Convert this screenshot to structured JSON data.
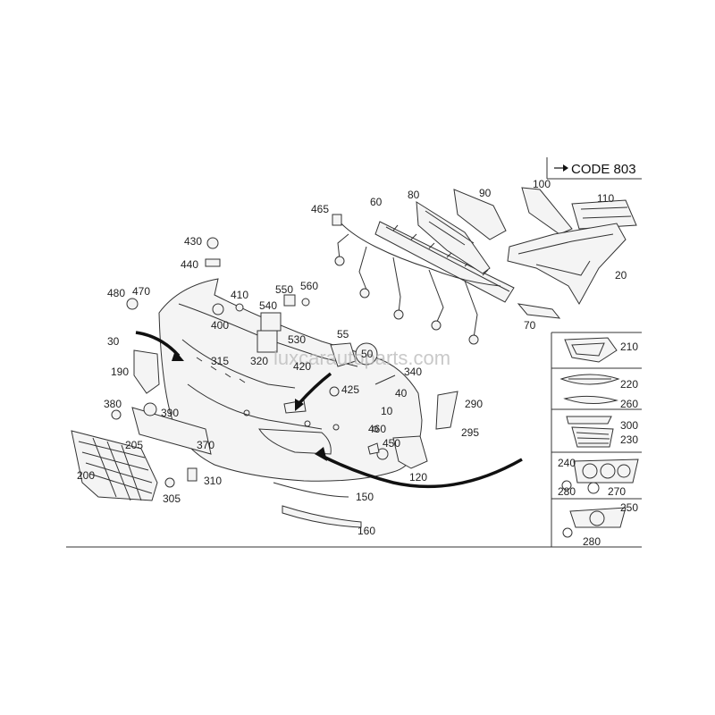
{
  "header": {
    "code_label": "CODE 803"
  },
  "watermark": "luxcarautoparts.com",
  "part_labels": [
    "10",
    "20",
    "30",
    "40",
    "50",
    "55",
    "60",
    "70",
    "80",
    "90",
    "100",
    "110",
    "120",
    "150",
    "160",
    "190",
    "200",
    "205",
    "210",
    "220",
    "230",
    "240",
    "250",
    "260",
    "270",
    "280",
    "290",
    "295",
    "300",
    "305",
    "310",
    "320",
    "340",
    "370",
    "380",
    "390",
    "400",
    "410",
    "420",
    "425",
    "430",
    "440",
    "450",
    "460",
    "465",
    "470",
    "480",
    "530",
    "540",
    "550",
    "560",
    "315"
  ],
  "callouts": {
    "p10": "10",
    "p20": "20",
    "p30": "30",
    "p40": "40",
    "p50": "50",
    "p55": "55",
    "p60": "60",
    "p70": "70",
    "p80": "80",
    "p90": "90",
    "p100": "100",
    "p110": "110",
    "p120": "120",
    "p150": "150",
    "p160": "160",
    "p190": "190",
    "p200": "200",
    "p205": "205",
    "p210": "210",
    "p220": "220",
    "p230": "230",
    "p240": "240",
    "p250": "250",
    "p260": "260",
    "p270": "270",
    "p280a": "280",
    "p280b": "280",
    "p290": "290",
    "p295": "295",
    "p300": "300",
    "p305": "305",
    "p310": "310",
    "p315": "315",
    "p320": "320",
    "p340": "340",
    "p370": "370",
    "p380": "380",
    "p390": "390",
    "p400": "400",
    "p410": "410",
    "p420": "420",
    "p425": "425",
    "p430": "430",
    "p440": "440",
    "p450": "450",
    "p460": "460",
    "p465": "465",
    "p470": "470",
    "p480": "480",
    "p530": "530",
    "p540": "540",
    "p550": "550",
    "p560": "560"
  }
}
